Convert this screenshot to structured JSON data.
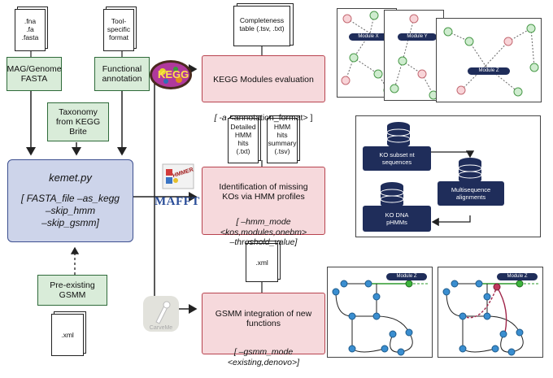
{
  "inputs": {
    "fasta_doc": ".fna\n.fa\n.fasta",
    "tool_doc": "Tool-\nspecific\nformat",
    "mag_genome": "MAG/Genome\nFASTA",
    "functional_annotation": "Functional\nannotation",
    "taxonomy": "Taxonomy\nfrom KEGG\nBrite",
    "preexisting_gsmm": "Pre-existing\nGSMM",
    "xml_doc": ".xml"
  },
  "kemet": {
    "title": "kemet.py",
    "args_line1": "[ FASTA_file –as_kegg",
    "args_line2": "–skip_hmm",
    "args_line3": "–skip_gsmm]"
  },
  "outputs": {
    "completeness_doc": "Completeness\ntable (.tsv, .txt)",
    "detailed_hmm_doc": "Detailed\nHMM\nhits\n(.txt)",
    "hmm_summary_doc": "HMM\nhits\nsummary\n(.tsv)",
    "gsmm_xml_doc": ".xml"
  },
  "steps": {
    "kegg_title": "KEGG Modules evaluation",
    "kegg_args_prefix": "[ -a ",
    "kegg_args": "<annotation_format> ]",
    "hmm_title": "Identification of missing\nKOs via HMM profiles",
    "hmm_args": "[ –hmm_mode\n<kos,modules,onebm>\n–threshold_value]",
    "gsmm_title": "GSMM integration of new\nfunctions",
    "gsmm_args": "[ –gsmm_mode\n<existing,denovo>]"
  },
  "logos": {
    "mafft": "MAFFT",
    "hmmer": "HMMER",
    "carveme": "CarveMe"
  },
  "modules_panel": {
    "module_x": "Module X",
    "module_y": "Module Y",
    "module_z": "Module Z"
  },
  "hmm_panel": {
    "ko_subset": "KO subset nt\nsequences",
    "msa": "Multisequence\nalignments",
    "ko_dna": "KO DNA\npHMMs"
  },
  "gsmm_panel": {
    "module_z_left": "Module Z",
    "module_z_right": "Module Z"
  },
  "colors": {
    "green_fill": "#d9ecd9",
    "pink_fill": "#f6d9dc",
    "blue_fill": "#cdd4ea",
    "navy": "#1f2d5a"
  }
}
